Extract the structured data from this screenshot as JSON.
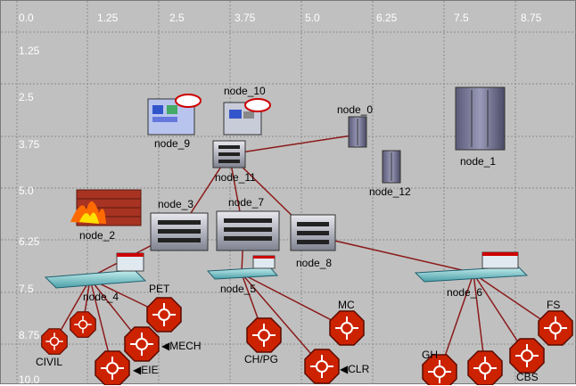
{
  "grid": {
    "x_ticks": [
      "0.0",
      "1.25",
      "2.5",
      "3.75",
      "5.0",
      "6.25",
      "7.5",
      "8.75"
    ],
    "y_ticks": [
      "1.25",
      "2.5",
      "3.75",
      "5.0",
      "6.25",
      "7.5",
      "8.75",
      "10.0"
    ]
  },
  "nodes": {
    "node_0": "node_0",
    "node_1": "node_1",
    "node_2": "node_2",
    "node_3": "node_3",
    "node_4": "node_4",
    "node_5": "node_5",
    "node_6": "node_6",
    "node_7": "node_7",
    "node_8": "node_8",
    "node_9": "node_9",
    "node_10": "node_10",
    "node_11": "node_11",
    "node_12": "node_12"
  },
  "departments": {
    "civil": "CIVIL",
    "pet": "PET",
    "mech": "MECH",
    "eie": "EIE",
    "mc": "MC",
    "chpg": "CH/PG",
    "clr": "CLR",
    "gh": "GH",
    "fs": "FS",
    "cbs": "CBS"
  },
  "colors": {
    "grid_bg": "#c0c0c0",
    "grid_line": "#8c8c8c",
    "link": "#8b1a1a",
    "router": "#cc2200",
    "tick_text": "#ffffff"
  },
  "icons": {
    "server": "server-icon",
    "switch": "switch-icon",
    "router": "router-icon",
    "firewall": "firewall-icon",
    "hub": "hub-icon",
    "application": "application-config-icon"
  }
}
